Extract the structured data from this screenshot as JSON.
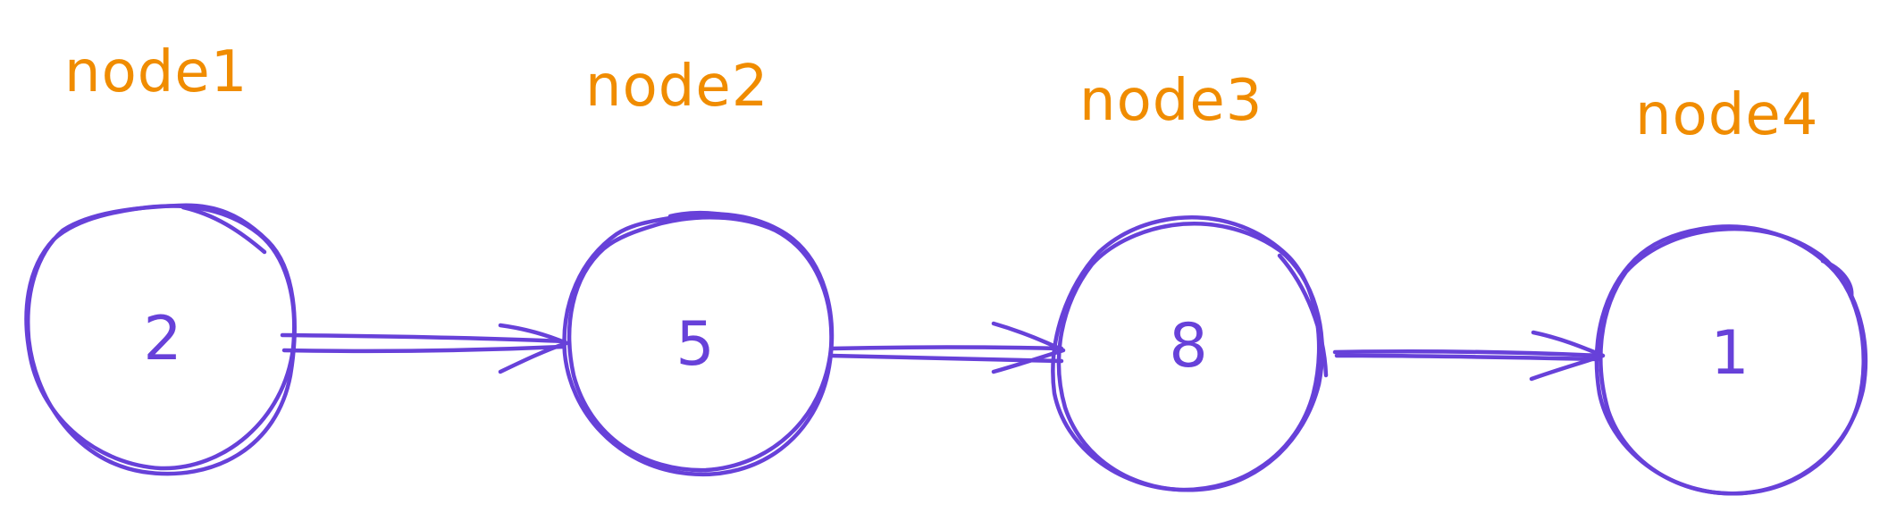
{
  "colors": {
    "label": "#f08c00",
    "stroke": "#6741d9",
    "background": "#ffffff"
  },
  "nodes": [
    {
      "label": "node1",
      "value": "2"
    },
    {
      "label": "node2",
      "value": "5"
    },
    {
      "label": "node3",
      "value": "8"
    },
    {
      "label": "node4",
      "value": "1"
    }
  ],
  "edges": [
    {
      "from": "node1",
      "to": "node2"
    },
    {
      "from": "node2",
      "to": "node3"
    },
    {
      "from": "node3",
      "to": "node4"
    }
  ]
}
